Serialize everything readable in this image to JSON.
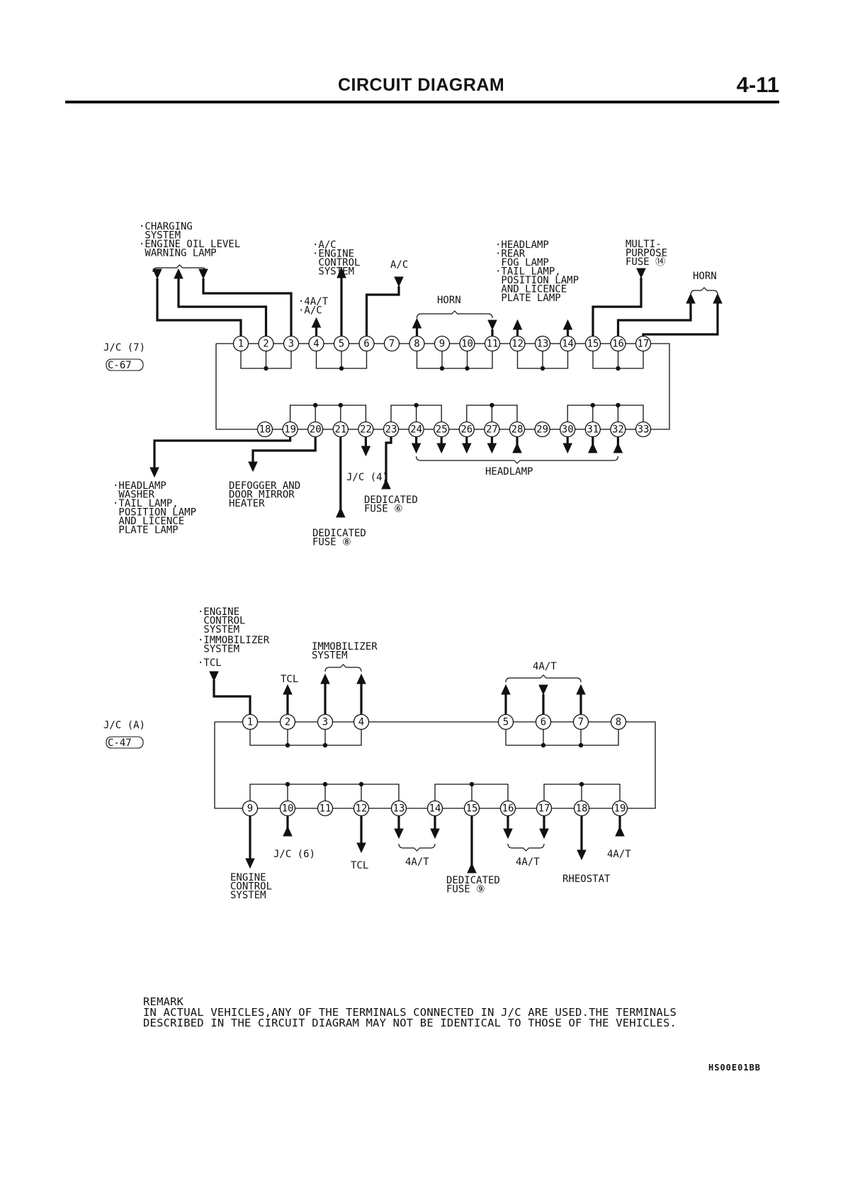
{
  "header": {
    "title": "CIRCUIT DIAGRAM",
    "page_number": "4-11"
  },
  "jc7": {
    "name": "J/C (7)",
    "connector": "C-67",
    "top_terminals": [
      "1",
      "2",
      "3",
      "4",
      "5",
      "6",
      "7",
      "8",
      "9",
      "10",
      "11",
      "12",
      "13",
      "14",
      "15",
      "16",
      "17"
    ],
    "bottom_terminals": [
      "18",
      "19",
      "20",
      "21",
      "22",
      "23",
      "24",
      "25",
      "26",
      "27",
      "28",
      "29",
      "30",
      "31",
      "32",
      "33"
    ],
    "labels": {
      "charging": [
        "·CHARGING",
        " SYSTEM",
        "·ENGINE OIL LEVEL",
        " WARNING LAMP"
      ],
      "ac_engine": [
        "·A/C",
        "·ENGINE",
        " CONTROL",
        " SYSTEM"
      ],
      "ac": "A/C",
      "at_ac": [
        "·4A/T",
        "·A/C"
      ],
      "horn_mid": "HORN",
      "headlamp_group": [
        "·HEADLAMP",
        "·REAR",
        " FOG LAMP",
        "·TAIL LAMP,",
        " POSITION LAMP",
        " AND LICENCE",
        " PLATE LAMP"
      ],
      "multi_fuse": [
        "MULTI-",
        "PURPOSE",
        "FUSE ⑭"
      ],
      "horn_right": "HORN",
      "headlamp_washer": [
        "·HEADLAMP",
        " WASHER",
        "·TAIL LAMP,",
        " POSITION LAMP",
        " AND LICENCE",
        " PLATE LAMP"
      ],
      "defogger": [
        "DEFOGGER AND",
        "DOOR MIRROR",
        "HEATER"
      ],
      "jc4": "J/C (4)",
      "dedicated6": [
        "DEDICATED",
        "FUSE ⑥"
      ],
      "dedicated8": [
        "DEDICATED",
        "FUSE ⑧"
      ],
      "headlamp_bottom": "HEADLAMP"
    }
  },
  "jca": {
    "name": "J/C (A)",
    "connector": "C-47",
    "top_terminals": [
      "1",
      "2",
      "3",
      "4",
      "5",
      "6",
      "7",
      "8"
    ],
    "bottom_terminals": [
      "9",
      "10",
      "11",
      "12",
      "13",
      "14",
      "15",
      "16",
      "17",
      "18",
      "19"
    ],
    "labels": {
      "engine_group": [
        "·ENGINE",
        " CONTROL",
        " SYSTEM",
        "·IMMOBILIZER",
        " SYSTEM",
        "·TCL"
      ],
      "tcl_top": "TCL",
      "immobilizer": [
        "IMMOBILIZER",
        "SYSTEM"
      ],
      "at_top": "4A/T",
      "jc6": "J/C (6)",
      "engine_bottom": [
        "ENGINE",
        "CONTROL",
        "SYSTEM"
      ],
      "tcl_bottom": "TCL",
      "at_b1": "4A/T",
      "dedicated9": [
        "DEDICATED",
        "FUSE ⑨"
      ],
      "at_b2": "4A/T",
      "rheostat": "RHEOSTAT",
      "at_b3": "4A/T"
    }
  },
  "remark": {
    "title": "REMARK",
    "line1": "IN ACTUAL VEHICLES,ANY OF THE TERMINALS CONNECTED IN J/C ARE USED.THE TERMINALS",
    "line2": "DESCRIBED IN THE CIRCUIT DIAGRAM MAY NOT BE IDENTICAL TO THOSE OF THE VEHICLES."
  },
  "code": "HS00E01BB"
}
